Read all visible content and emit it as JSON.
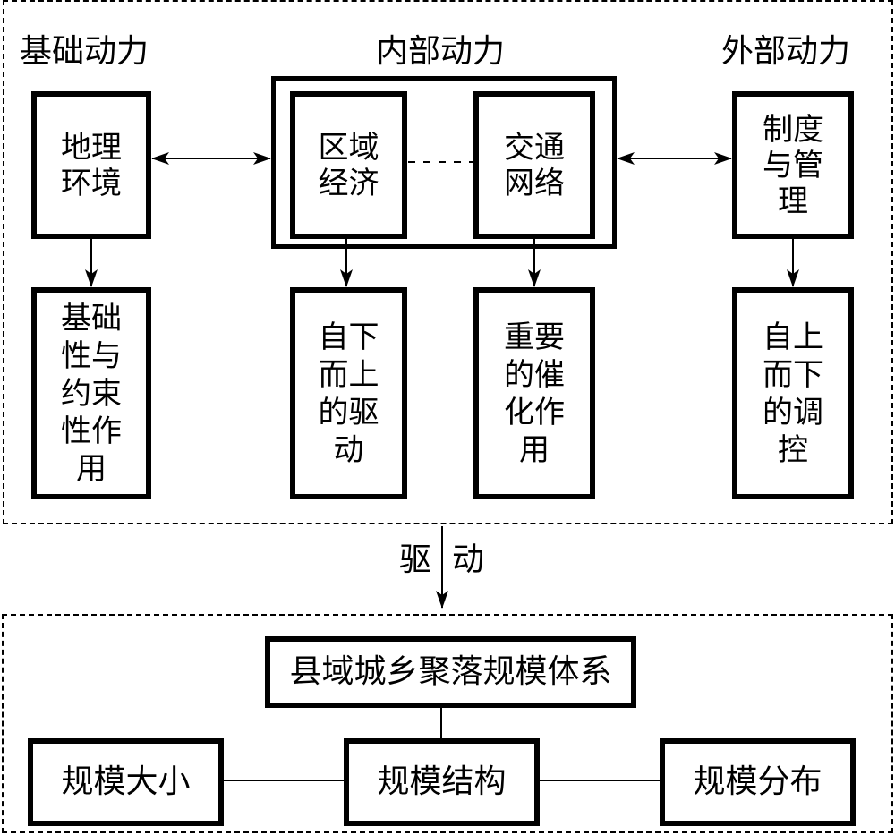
{
  "columns": {
    "basic": "基础动力",
    "internal": "内部动力",
    "external": "外部动力"
  },
  "factors": {
    "geography": [
      "地理",
      "环境"
    ],
    "regional_economy": [
      "区域",
      "经济"
    ],
    "transport_network": [
      "交通",
      "网络"
    ],
    "institution": [
      "制度",
      "与管",
      "理"
    ]
  },
  "effects": {
    "basic_constraint": [
      "基础",
      "性与",
      "约束",
      "性作",
      "用"
    ],
    "bottom_up": [
      "自下",
      "而上",
      "的驱",
      "动"
    ],
    "catalyst": [
      "重要",
      "的催",
      "化作",
      "用"
    ],
    "top_down": [
      "自上",
      "而下",
      "的调",
      "控"
    ]
  },
  "drive_label": [
    "驱",
    "动"
  ],
  "system": {
    "title": "县域城乡聚落规模体系",
    "size": "规模大小",
    "structure": "规模结构",
    "distribution": "规模分布"
  }
}
